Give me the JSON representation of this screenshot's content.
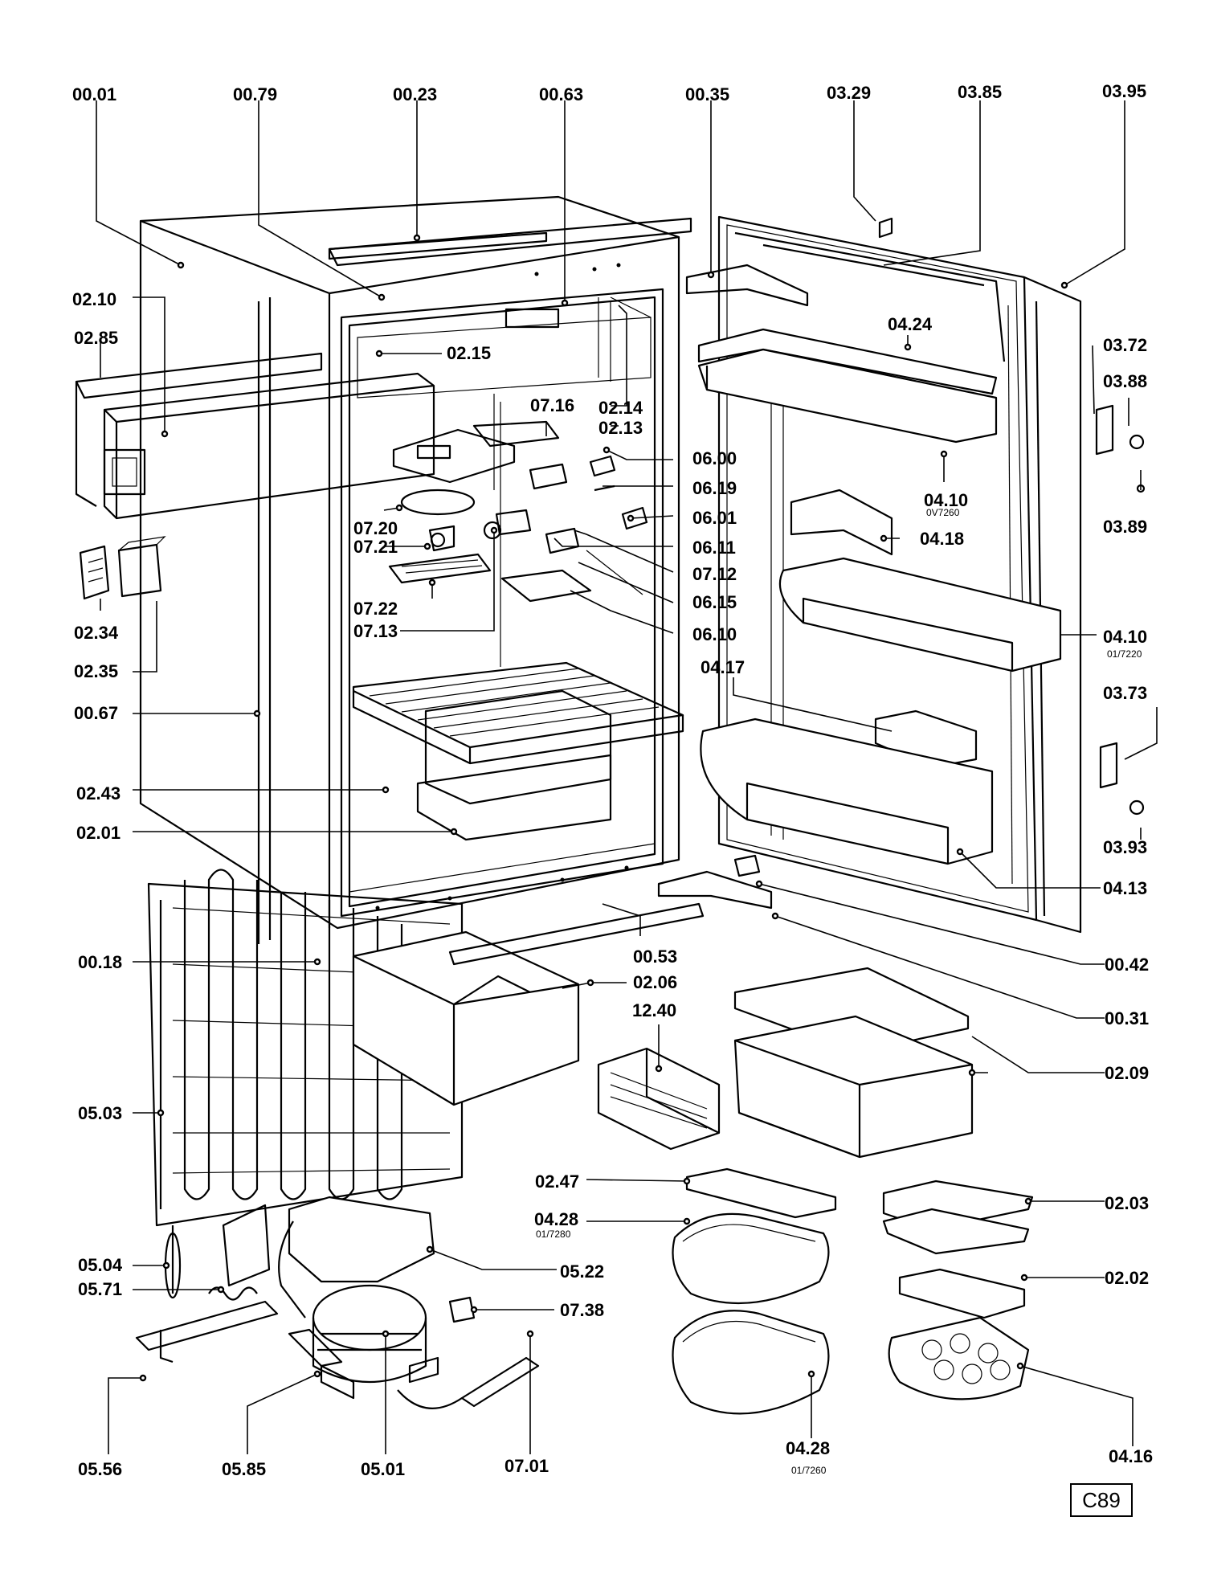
{
  "title": "",
  "sheet_code": "C89",
  "labels": [
    {
      "id": "l0001",
      "text": "00.01"
    },
    {
      "id": "l0079",
      "text": "00.79"
    },
    {
      "id": "l0023",
      "text": "00.23"
    },
    {
      "id": "l0063",
      "text": "00.63"
    },
    {
      "id": "l0035",
      "text": "00.35"
    },
    {
      "id": "l0329",
      "text": "03.29"
    },
    {
      "id": "l0385",
      "text": "03.85"
    },
    {
      "id": "l0395",
      "text": "03.95"
    },
    {
      "id": "l0210",
      "text": "02.10"
    },
    {
      "id": "l0285",
      "text": "02.85"
    },
    {
      "id": "l0215",
      "text": "02.15"
    },
    {
      "id": "l0424",
      "text": "04.24"
    },
    {
      "id": "l0372",
      "text": "03.72"
    },
    {
      "id": "l0388",
      "text": "03.88"
    },
    {
      "id": "l0716",
      "text": "07.16"
    },
    {
      "id": "l0214",
      "text": "02.14"
    },
    {
      "id": "l0213",
      "text": "02.13"
    },
    {
      "id": "l0600",
      "text": "06.00"
    },
    {
      "id": "l0619",
      "text": "06.19"
    },
    {
      "id": "l0601",
      "text": "06.01"
    },
    {
      "id": "l0611",
      "text": "06.11"
    },
    {
      "id": "l0410a",
      "text": "04.10"
    },
    {
      "id": "l0389",
      "text": "03.89"
    },
    {
      "id": "l0418",
      "text": "04.18"
    },
    {
      "id": "l0720",
      "text": "07.20"
    },
    {
      "id": "l0721",
      "text": "07.21"
    },
    {
      "id": "l0712",
      "text": "07.12"
    },
    {
      "id": "l0615",
      "text": "06.15"
    },
    {
      "id": "l0722",
      "text": "07.22"
    },
    {
      "id": "l0713",
      "text": "07.13"
    },
    {
      "id": "l0610",
      "text": "06.10"
    },
    {
      "id": "l0234",
      "text": "02.34"
    },
    {
      "id": "l0235",
      "text": "02.35"
    },
    {
      "id": "l0067",
      "text": "00.67"
    },
    {
      "id": "l0410b",
      "text": "04.10"
    },
    {
      "id": "l0417",
      "text": "04.17"
    },
    {
      "id": "l0373",
      "text": "03.73"
    },
    {
      "id": "l0243",
      "text": "02.43"
    },
    {
      "id": "l0201",
      "text": "02.01"
    },
    {
      "id": "l0393",
      "text": "03.93"
    },
    {
      "id": "l0413",
      "text": "04.13"
    },
    {
      "id": "l0018",
      "text": "00.18"
    },
    {
      "id": "l0053",
      "text": "00.53"
    },
    {
      "id": "l0206",
      "text": "02.06"
    },
    {
      "id": "l1240",
      "text": "12.40"
    },
    {
      "id": "l0042",
      "text": "00.42"
    },
    {
      "id": "l0031",
      "text": "00.31"
    },
    {
      "id": "l0209",
      "text": "02.09"
    },
    {
      "id": "l0503",
      "text": "05.03"
    },
    {
      "id": "l0247",
      "text": "02.47"
    },
    {
      "id": "l0203",
      "text": "02.03"
    },
    {
      "id": "l0428a",
      "text": "04.28"
    },
    {
      "id": "l0522",
      "text": "05.22"
    },
    {
      "id": "l0202",
      "text": "02.02"
    },
    {
      "id": "l0504",
      "text": "05.04"
    },
    {
      "id": "l0571",
      "text": "05.71"
    },
    {
      "id": "l0738",
      "text": "07.38"
    },
    {
      "id": "l0556",
      "text": "05.56"
    },
    {
      "id": "l0585",
      "text": "05.85"
    },
    {
      "id": "l0501",
      "text": "05.01"
    },
    {
      "id": "l0701",
      "text": "07.01"
    },
    {
      "id": "l0428b",
      "text": "04.28"
    },
    {
      "id": "l0416",
      "text": "04.16"
    }
  ],
  "sublabels": [
    {
      "id": "s0410a",
      "text": "0V7260"
    },
    {
      "id": "s0410b",
      "text": "01/7220"
    },
    {
      "id": "s0428a",
      "text": "01/7280"
    },
    {
      "id": "s0428b",
      "text": "01/7260"
    }
  ]
}
